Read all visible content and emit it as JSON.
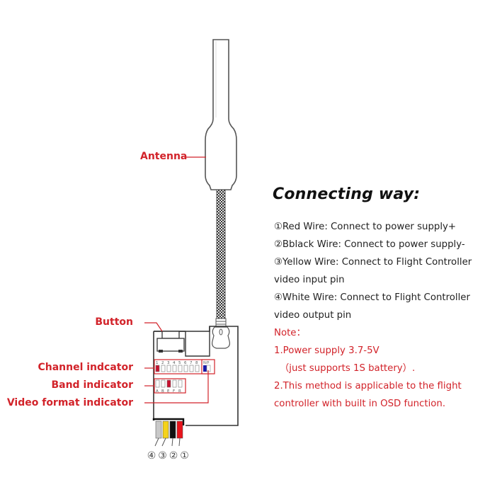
{
  "diagram": {
    "callouts": {
      "antenna": "Antenna",
      "button": "Button",
      "channel_indicator": "Channel indcator",
      "band_indicator": "Band indicator",
      "video_format_indicator": "Video format indicator"
    },
    "channel_numbers": [
      "1",
      "2",
      "3",
      "4",
      "5",
      "6",
      "7",
      "8"
    ],
    "video_format_label": "N/P",
    "band_letters": [
      "A",
      "B",
      "E",
      "F",
      "R"
    ],
    "wire_numbers": [
      "④",
      "③",
      "②",
      "①"
    ],
    "wire_colors": [
      "#c8c8c8",
      "#f5d21a",
      "#111111",
      "#e8141c"
    ],
    "indicator_colors": {
      "active": "#c8102e",
      "video": "#1a1aa8",
      "callout_line": "#d2232a"
    }
  },
  "instructions": {
    "heading": "Connecting way:",
    "wires": [
      "①Red Wire: Connect to power supply+",
      "②Bblack Wire: Connect to power supply-",
      "③Yellow Wire: Connect to Flight Controller",
      "video input pin",
      "④White Wire: Connect to Flight Controller",
      "video output pin"
    ],
    "note_title": "Note：",
    "notes": [
      "1.Power supply 3.7-5V",
      "（just supports 1S battery）.",
      "2.This method is applicable to the flight",
      "controller with built in OSD function."
    ]
  }
}
